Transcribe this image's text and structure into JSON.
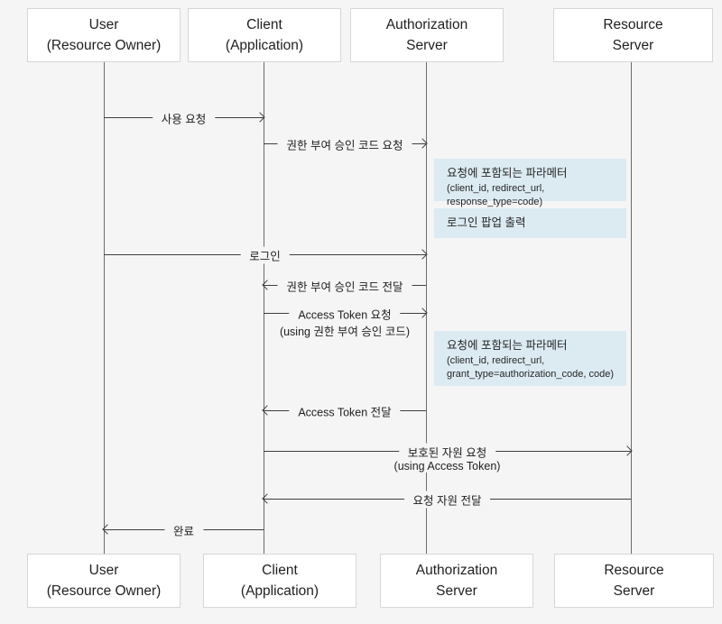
{
  "actors": [
    {
      "line1": "User",
      "line2": "(Resource Owner)"
    },
    {
      "line1": "Client",
      "line2": "(Application)"
    },
    {
      "line1": "Authorization",
      "line2": "Server"
    },
    {
      "line1": "Resource",
      "line2": "Server"
    }
  ],
  "messages": [
    {
      "label": "사용 요청",
      "from": "User",
      "to": "Client"
    },
    {
      "label": "권한 부여 승인 코드 요청",
      "from": "Client",
      "to": "Authorization Server"
    },
    {
      "label": "로그인",
      "from": "User",
      "to": "Authorization Server"
    },
    {
      "label": "권한 부여 승인 코드 전달",
      "from": "Authorization Server",
      "to": "Client"
    },
    {
      "label": "Access Token 요청",
      "sublabel": "(using 권한 부여 승인 코드)",
      "from": "Client",
      "to": "Authorization Server"
    },
    {
      "label": "Access Token 전달",
      "from": "Authorization Server",
      "to": "Client"
    },
    {
      "label": "보호된 자원 요청",
      "sublabel": "(using Access Token)",
      "from": "Client",
      "to": "Resource Server"
    },
    {
      "label": "요청 자원 전달",
      "from": "Resource Server",
      "to": "Client"
    },
    {
      "label": "완료",
      "from": "Client",
      "to": "User"
    }
  ],
  "notes": [
    {
      "title": "요청에 포함되는 파라메터",
      "details": [
        "(client_id, redirect_url, response_type=code)"
      ]
    },
    {
      "title": "로그인 팝업 출력",
      "details": []
    },
    {
      "title": "요청에 포함되는 파라메터",
      "details": [
        "(client_id, redirect_url,",
        "grant_type=authorization_code, code)"
      ]
    }
  ],
  "colors": {
    "background": "#f5f5f6",
    "actor_box_background": "#ffffff",
    "actor_box_border": "#d7d7d7",
    "note_background": "#dcebf2",
    "line": "#3f3f3f",
    "lifeline": "#6b6b6b",
    "text": "#1e1e1e"
  }
}
